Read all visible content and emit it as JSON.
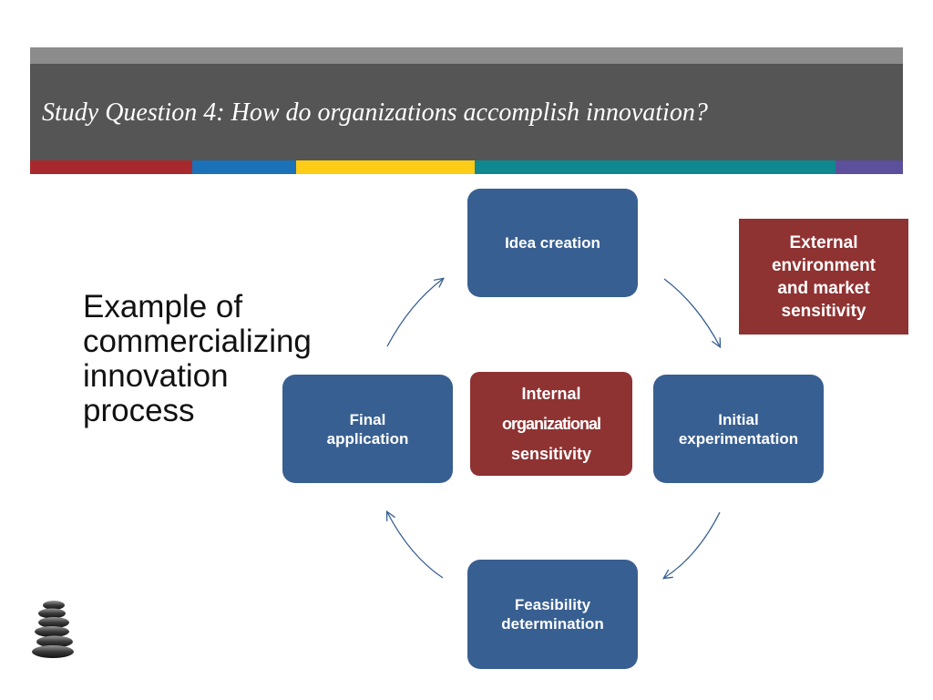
{
  "title": "Study Question 4: How do organizations accomplish innovation?",
  "caption_lines": [
    "Example of",
    "commercializing",
    "innovation",
    "process"
  ],
  "nodes": {
    "idea": [
      "Idea creation"
    ],
    "initial": [
      "Initial",
      "experimentation"
    ],
    "feasibility": [
      "Feasibility",
      "determination"
    ],
    "final": [
      "Final",
      "application"
    ]
  },
  "internal_lines": [
    "Internal",
    "organizational",
    "sensitivity"
  ],
  "external_lines": [
    "External",
    "environment",
    "and market",
    "sensitivity"
  ],
  "colors": {
    "header_bg": "#555555",
    "header_stripe": "#8c8c8c",
    "band": [
      "#a8292d",
      "#1c72b8",
      "#fccc17",
      "#10888f",
      "#5c4f9c"
    ],
    "node_blue": "#385f91",
    "node_red": "#8f3232",
    "arrow": "#385f91"
  },
  "icons": [
    "stacked-stones-logo-icon"
  ]
}
